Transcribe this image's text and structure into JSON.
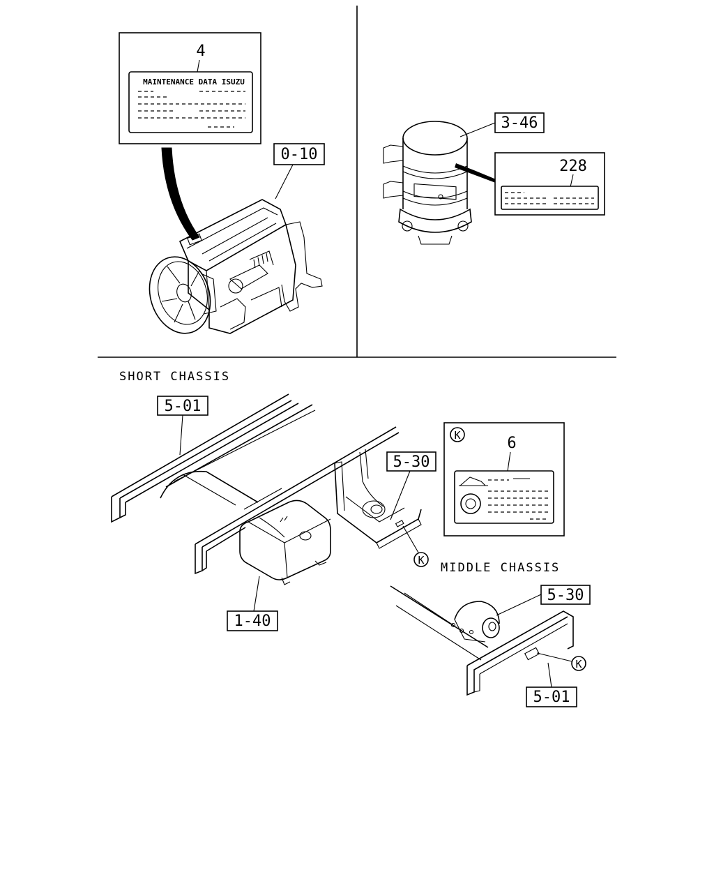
{
  "sections": {
    "short_chassis": "SHORT CHASSIS",
    "middle_chassis": "MIDDLE CHASSIS"
  },
  "callouts": {
    "engine": "0-10",
    "air_cleaner": "3-46",
    "frame_short": "5-01",
    "hitch_short": "5-30",
    "fuel_tank": "1-40",
    "hitch_middle": "5-30",
    "frame_middle": "5-01"
  },
  "labels": {
    "engine_label_no": "4",
    "engine_label_text": "MAINTENANCE DATA ISUZU",
    "air_cleaner_label_no": "228",
    "hitch_label_no": "6"
  },
  "markers": {
    "k_inset": "K",
    "k_short": "K",
    "k_middle": "K"
  }
}
